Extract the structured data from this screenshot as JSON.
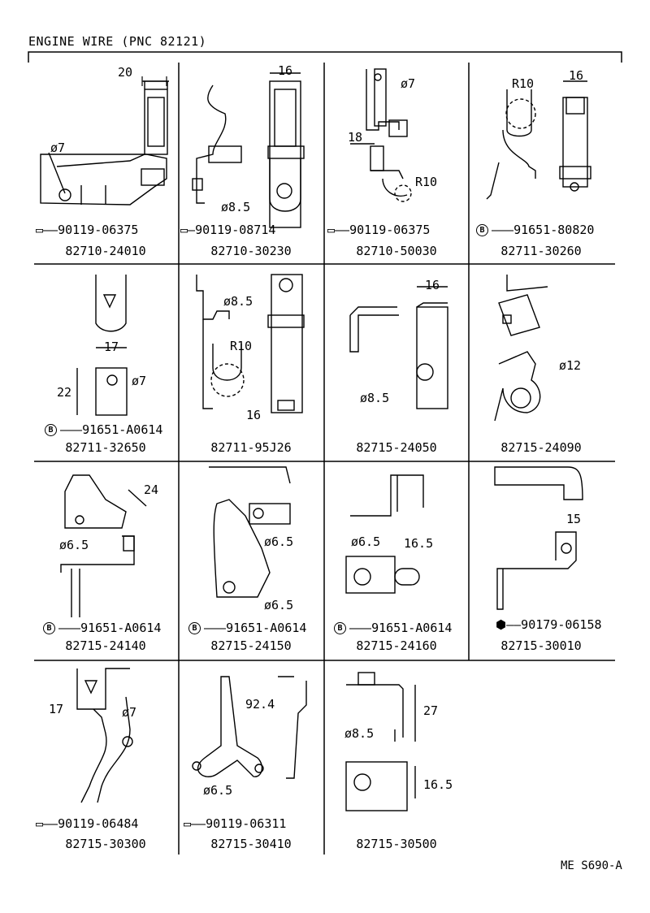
{
  "title": "ENGINE WIRE (PNC 82121)",
  "footer_code": "ME S690-A",
  "cells": [
    {
      "part": "82710-24010",
      "fastener": "90119-06375",
      "fastener_type": "bolt-icon",
      "dims": [
        "20",
        "ø7"
      ]
    },
    {
      "part": "82710-30230",
      "fastener": "90119-08714",
      "fastener_type": "bolt-icon",
      "dims": [
        "16",
        "ø8.5"
      ]
    },
    {
      "part": "82710-50030",
      "fastener": "90119-06375",
      "fastener_type": "bolt-icon",
      "dims": [
        "ø7",
        "18",
        "R10"
      ]
    },
    {
      "part": "82711-30260",
      "fastener": "91651-80820",
      "fastener_type": "b-mark",
      "dims": [
        "R10",
        "16"
      ]
    },
    {
      "part": "82711-32650",
      "fastener": "91651-A0614",
      "fastener_type": "b-mark",
      "dims": [
        "17",
        "22",
        "ø7"
      ]
    },
    {
      "part": "82711-95J26",
      "fastener": "",
      "fastener_type": "",
      "dims": [
        "ø8.5",
        "R10",
        "16"
      ]
    },
    {
      "part": "82715-24050",
      "fastener": "",
      "fastener_type": "",
      "dims": [
        "16",
        "ø8.5"
      ]
    },
    {
      "part": "82715-24090",
      "fastener": "",
      "fastener_type": "",
      "dims": [
        "ø12"
      ]
    },
    {
      "part": "82715-24140",
      "fastener": "91651-A0614",
      "fastener_type": "b-mark",
      "dims": [
        "24",
        "ø6.5"
      ]
    },
    {
      "part": "82715-24150",
      "fastener": "91651-A0614",
      "fastener_type": "b-mark",
      "dims": [
        "ø6.5",
        "ø6.5"
      ]
    },
    {
      "part": "82715-24160",
      "fastener": "91651-A0614",
      "fastener_type": "b-mark",
      "dims": [
        "ø6.5",
        "16.5"
      ]
    },
    {
      "part": "82715-30010",
      "fastener": "90179-06158",
      "fastener_type": "nut-icon",
      "dims": [
        "15"
      ]
    },
    {
      "part": "82715-30300",
      "fastener": "90119-06484",
      "fastener_type": "bolt-icon",
      "dims": [
        "17",
        "ø7"
      ]
    },
    {
      "part": "82715-30410",
      "fastener": "90119-06311",
      "fastener_type": "bolt-icon",
      "dims": [
        "92.4",
        "ø6.5"
      ]
    },
    {
      "part": "82715-30500",
      "fastener": "",
      "fastener_type": "",
      "dims": [
        "27",
        "ø8.5",
        "16.5"
      ]
    }
  ],
  "b_mark_label": "B"
}
